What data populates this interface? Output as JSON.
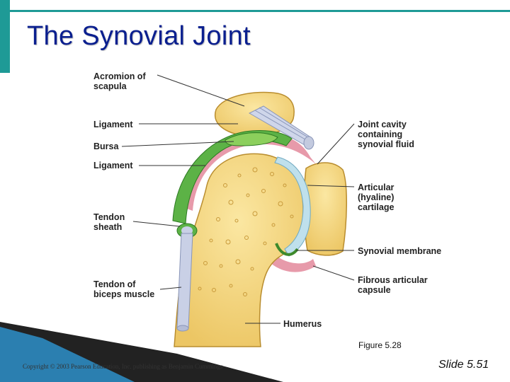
{
  "slide": {
    "title": "The Synovial Joint",
    "figure_caption": "Figure 5.28",
    "copyright": "Copyright © 2003 Pearson Education, Inc. publishing as Benjamin Cummings",
    "slide_number": "Slide 5.51"
  },
  "labels": {
    "acromion_line1": "Acromion of",
    "acromion_line2": "scapula",
    "ligament_upper": "Ligament",
    "bursa": "Bursa",
    "ligament_lower": "Ligament",
    "tendon_sheath_line1": "Tendon",
    "tendon_sheath_line2": "sheath",
    "tendon_biceps_line1": "Tendon of",
    "tendon_biceps_line2": "biceps muscle",
    "joint_cavity_line1": "Joint cavity",
    "joint_cavity_line2": "containing",
    "joint_cavity_line3": "synovial fluid",
    "cartilage_line1": "Articular",
    "cartilage_line2": "(hyaline)",
    "cartilage_line3": "cartilage",
    "synovial_membrane": "Synovial membrane",
    "capsule_line1": "Fibrous articular",
    "capsule_line2": "capsule",
    "humerus": "Humerus"
  }
}
